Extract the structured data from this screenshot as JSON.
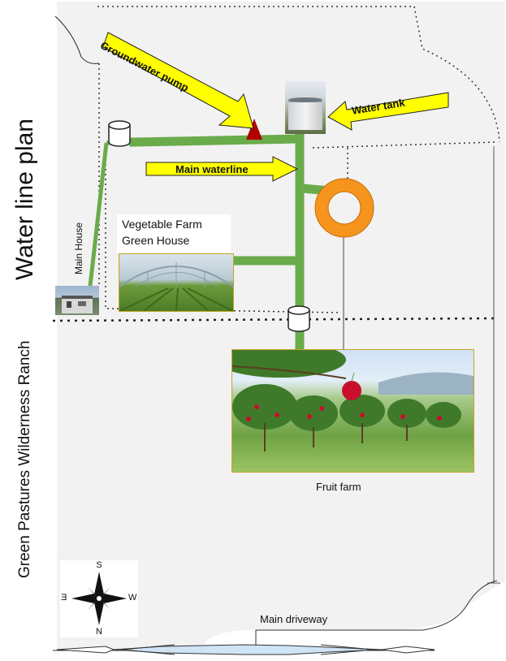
{
  "titles": {
    "main": "Water line plan",
    "ranch": "Green Pastures Wilderness Ranch"
  },
  "labels": {
    "main_house": "Main House",
    "vegetable_farm_line1": "Vegetable Farm",
    "vegetable_farm_line2": "Green House",
    "fruit_farm": "Fruit farm",
    "main_driveway": "Main driveway"
  },
  "callouts": {
    "groundwater_pump": "Groundwater pump",
    "water_tank": "Water tank",
    "main_waterline": "Main waterline"
  },
  "compass": {
    "top": "S",
    "bottom": "N",
    "left": "E",
    "right": "W"
  },
  "colors": {
    "pipe": "#6aab4b",
    "callout": "#ffff00",
    "pump": "#b00000",
    "ring": "#f7941d",
    "land": "#f2f2f2",
    "photo_border": "#c9a227"
  }
}
